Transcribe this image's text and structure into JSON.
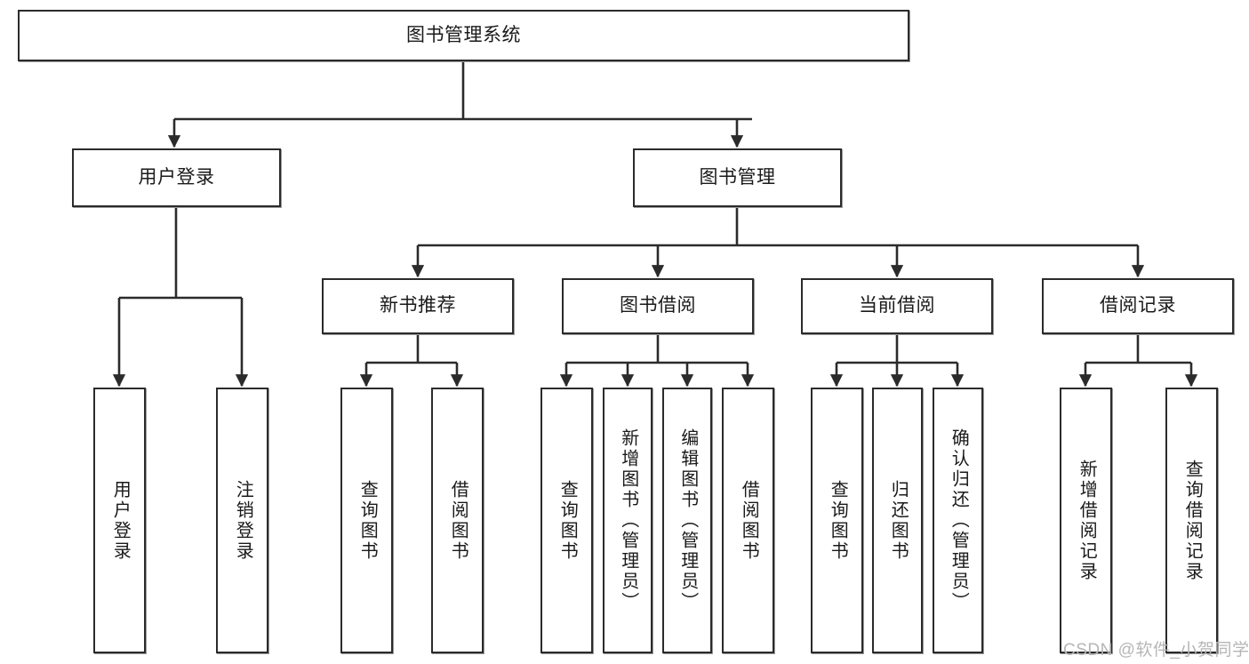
{
  "diagram": {
    "type": "tree-hierarchy",
    "title": "图书管理系统",
    "orientation": "top-down",
    "edge_style": "orthogonal-arrow",
    "colors": {
      "box_border": "#2b2b2b",
      "box_fill": "#ffffff",
      "edge": "#2b2b2b",
      "background": "#ffffff",
      "watermark": "#b6b6b6"
    }
  },
  "root": {
    "label": "图书管理系统"
  },
  "level2": [
    {
      "id": "user-login",
      "label": "用户登录"
    },
    {
      "id": "book-management",
      "label": "图书管理"
    }
  ],
  "level3": [
    {
      "id": "new-book-recommend",
      "label": "新书推荐",
      "parent": "book-management"
    },
    {
      "id": "book-borrow",
      "label": "图书借阅",
      "parent": "book-management"
    },
    {
      "id": "current-borrow",
      "label": "当前借阅",
      "parent": "book-management"
    },
    {
      "id": "borrow-record",
      "label": "借阅记录",
      "parent": "book-management"
    }
  ],
  "leaves": {
    "user_login": [
      {
        "id": "leaf-user-login",
        "label": "用户登录"
      },
      {
        "id": "leaf-logout-login",
        "label": "注销登录"
      }
    ],
    "new_book_recommend": [
      {
        "id": "leaf-query-book-1",
        "label": "查询图书"
      },
      {
        "id": "leaf-borrow-book-1",
        "label": "借阅图书"
      }
    ],
    "book_borrow": [
      {
        "id": "leaf-query-book-2",
        "label": "查询图书"
      },
      {
        "id": "leaf-add-book",
        "label": "新增图书（管理员）"
      },
      {
        "id": "leaf-edit-book",
        "label": "编辑图书（管理员）"
      },
      {
        "id": "leaf-borrow-book-2",
        "label": "借阅图书"
      }
    ],
    "current_borrow": [
      {
        "id": "leaf-query-book-3",
        "label": "查询图书"
      },
      {
        "id": "leaf-return-book",
        "label": "归还图书"
      },
      {
        "id": "leaf-confirm-return",
        "label": "确认归还（管理员）"
      }
    ],
    "borrow_record": [
      {
        "id": "leaf-add-record",
        "label": "新增借阅记录"
      },
      {
        "id": "leaf-query-record",
        "label": "查询借阅记录"
      }
    ]
  },
  "watermark": {
    "text": "CSDN @软件_小贺同学"
  }
}
